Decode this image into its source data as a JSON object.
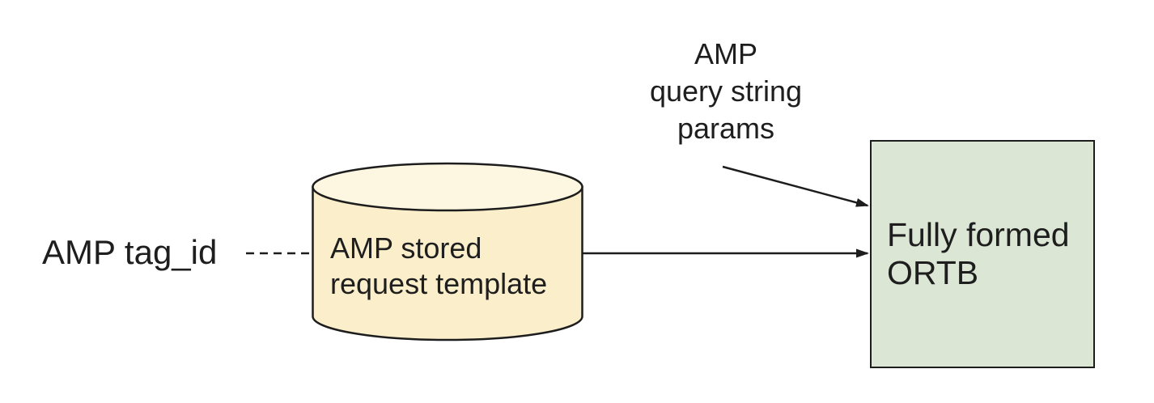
{
  "nodes": {
    "amp_tag_id": {
      "label": "AMP tag_id"
    },
    "stored_request_template": {
      "shape": "cylinder",
      "lines": [
        "AMP stored",
        "request template"
      ],
      "fill": "#FAEECB",
      "top_fill": "#FDF7E2"
    },
    "query_string_params": {
      "lines": [
        "AMP",
        "query string",
        "params"
      ]
    },
    "fully_formed_ortb": {
      "shape": "rectangle",
      "lines": [
        "Fully formed",
        "ORTB"
      ],
      "fill": "#DBE7D4"
    }
  },
  "edges": [
    {
      "from": "amp_tag_id",
      "to": "stored_request_template",
      "style": "dashed",
      "arrowhead": false
    },
    {
      "from": "stored_request_template",
      "to": "fully_formed_ortb",
      "style": "solid",
      "arrowhead": true
    },
    {
      "from": "query_string_params",
      "to": "fully_formed_ortb",
      "style": "solid",
      "arrowhead": true
    }
  ],
  "colors": {
    "background": "#FFFFFF",
    "stroke": "#1D1D1D",
    "text": "#1E1E1E",
    "cylinder_fill": "#FAEECB",
    "cylinder_top_fill": "#FDF7E2",
    "box_fill": "#DBE7D4"
  }
}
